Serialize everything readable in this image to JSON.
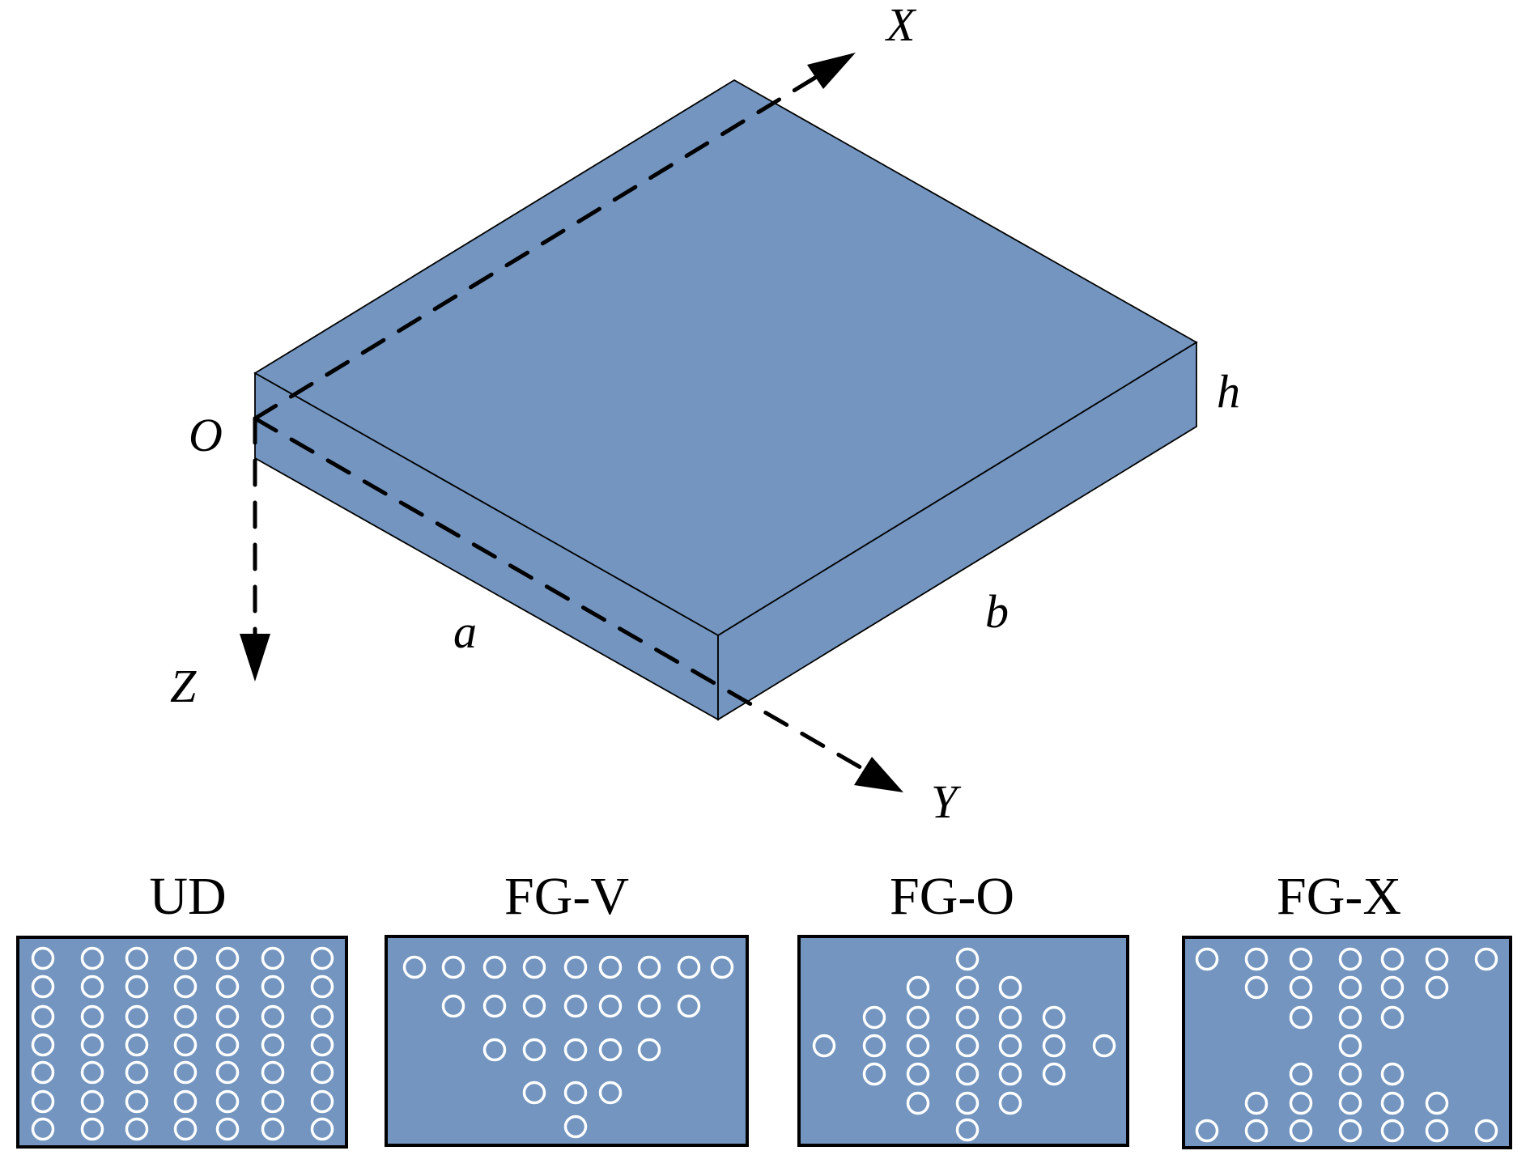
{
  "figure": {
    "plate_color": "#7395BF",
    "fiber_color": "#FFFFFF",
    "axes": {
      "origin_label": "O",
      "x_label": "X",
      "y_label": "Y",
      "z_label": "Z"
    },
    "dimensions": {
      "length_label": "a",
      "width_label": "b",
      "thickness_label": "h"
    },
    "distributions": [
      {
        "id": "ud",
        "title": "UD",
        "rows": [
          [
            0,
            1,
            2,
            3,
            4,
            5,
            6
          ],
          [
            0,
            1,
            2,
            3,
            4,
            5,
            6
          ],
          [
            0,
            1,
            2,
            3,
            4,
            5,
            6
          ],
          [
            0,
            1,
            2,
            3,
            4,
            5,
            6
          ],
          [
            0,
            1,
            2,
            3,
            4,
            5,
            6
          ],
          [
            0,
            1,
            2,
            3,
            4,
            5,
            6
          ],
          [
            0,
            1,
            2,
            3,
            4,
            5,
            6
          ]
        ]
      },
      {
        "id": "fg-v",
        "title": "FG-V",
        "rows": [
          [
            0,
            1,
            2,
            3,
            4,
            5,
            6,
            7,
            8
          ],
          [
            1,
            2,
            3,
            4,
            5,
            6,
            7
          ],
          [
            2,
            3,
            4,
            5,
            6
          ],
          [
            3,
            4,
            5
          ],
          [
            4
          ]
        ]
      },
      {
        "id": "fg-o",
        "title": "FG-O",
        "rows": [
          [
            3
          ],
          [
            2,
            3,
            4
          ],
          [
            1,
            2,
            3,
            4,
            5
          ],
          [
            0,
            1,
            2,
            3,
            4,
            5,
            6
          ],
          [
            1,
            2,
            3,
            4,
            5
          ],
          [
            2,
            3,
            4
          ],
          [
            3
          ]
        ]
      },
      {
        "id": "fg-x",
        "title": "FG-X",
        "rows": [
          [
            0,
            1,
            2,
            3,
            4,
            5,
            6
          ],
          [
            1,
            2,
            3,
            4,
            5
          ],
          [
            2,
            3,
            4
          ],
          [
            3
          ],
          [
            2,
            3,
            4
          ],
          [
            1,
            2,
            3,
            4,
            5
          ],
          [
            0,
            1,
            2,
            3,
            4,
            5,
            6
          ]
        ]
      }
    ]
  }
}
